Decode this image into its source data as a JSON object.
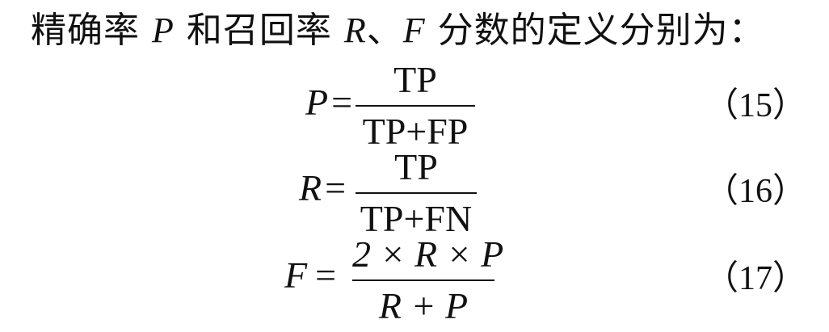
{
  "intro": {
    "text1": "精确率",
    "var_p": "P",
    "text2": "和召回率",
    "var_r": "R",
    "sep": "、",
    "var_f": "F",
    "text3": "分数的定义分别为："
  },
  "equations": [
    {
      "lhs_var": "P",
      "op": "=",
      "numerator": "TP",
      "denominator": "TP+FP",
      "number": "（15）"
    },
    {
      "lhs_var": "R",
      "op": "=",
      "numerator": "TP",
      "denominator": "TP+FN",
      "number": "（16）"
    },
    {
      "lhs_var": "F",
      "op": "=",
      "numerator": "2 × R × P",
      "denominator": "R + P",
      "number": "（17）"
    }
  ]
}
